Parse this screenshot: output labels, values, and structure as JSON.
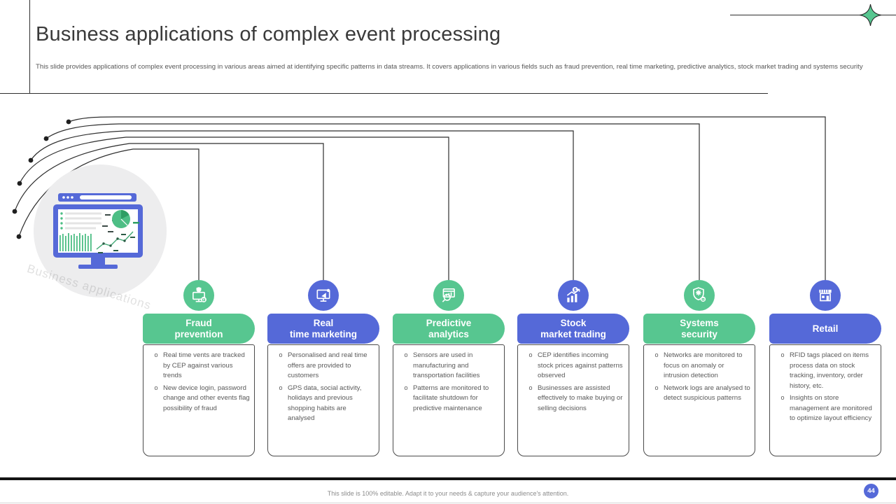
{
  "slide": {
    "title": "Business applications of complex event processing",
    "subtitle": "This slide provides applications of complex event processing in various areas aimed at identifying specific patterns in data streams. It covers applications in various fields such as fraud prevention, real time marketing, predictive analytics, stock market trading and systems security",
    "watermark": "Business applications",
    "bullet_marker": "o",
    "theme": {
      "green": "#57C690",
      "blue": "#5569D8",
      "dark_green": "#2E9E63",
      "line": "#2E2E2E",
      "title_text": "#3A3A3A",
      "body_text": "#595959"
    },
    "columns": [
      {
        "color": "green",
        "icon": "monitor-shield-lock-icon",
        "title": "Fraud prevention",
        "title_lines": [
          "Fraud",
          "prevention"
        ],
        "bullets": [
          "Real time vents are tracked by CEP against various trends",
          "New device login, password change and other events flag possibility of fraud"
        ]
      },
      {
        "color": "blue",
        "icon": "monitor-megaphone-icon",
        "title": "Real time marketing",
        "title_lines": [
          "Real",
          "time marketing"
        ],
        "bullets": [
          "Personalised and real time offers are provided to customers",
          "GPS data, social activity, holidays and previous shopping habits are analysed"
        ]
      },
      {
        "color": "green",
        "icon": "chart-magnifier-icon",
        "title": "Predictive analytics",
        "title_lines": [
          "Predictive",
          "analytics"
        ],
        "bullets": [
          "Sensors are used in manufacturing and transportation facilities",
          "Patterns are monitored to facilitate shutdown for predictive maintenance"
        ]
      },
      {
        "color": "blue",
        "icon": "dollar-growth-chart-icon",
        "title": "Stock market trading",
        "title_lines": [
          "Stock",
          "market trading"
        ],
        "bullets": [
          "CEP identifies incoming stock prices against patterns observed",
          "Businesses are assisted effectively to make buying or selling decisions"
        ]
      },
      {
        "color": "green",
        "icon": "shield-gear-lock-icon",
        "title": "Systems security",
        "title_lines": [
          "Systems",
          "security"
        ],
        "bullets": [
          "Networks are monitored to focus on anomaly or intrusion detection",
          "Network logs are analysed to detect suspicious patterns"
        ]
      },
      {
        "color": "blue",
        "icon": "storefront-icon",
        "title": "Retail",
        "title_lines": [
          "Retail"
        ],
        "bullets": [
          "RFID tags placed on items process data on stock tracking, inventory, order history, etc.",
          "Insights on store management are monitored to optimize layout efficiency"
        ]
      }
    ],
    "footer": {
      "note": "This slide is 100% editable. Adapt it to your needs & capture your audience's attention.",
      "page_number": "44"
    }
  }
}
